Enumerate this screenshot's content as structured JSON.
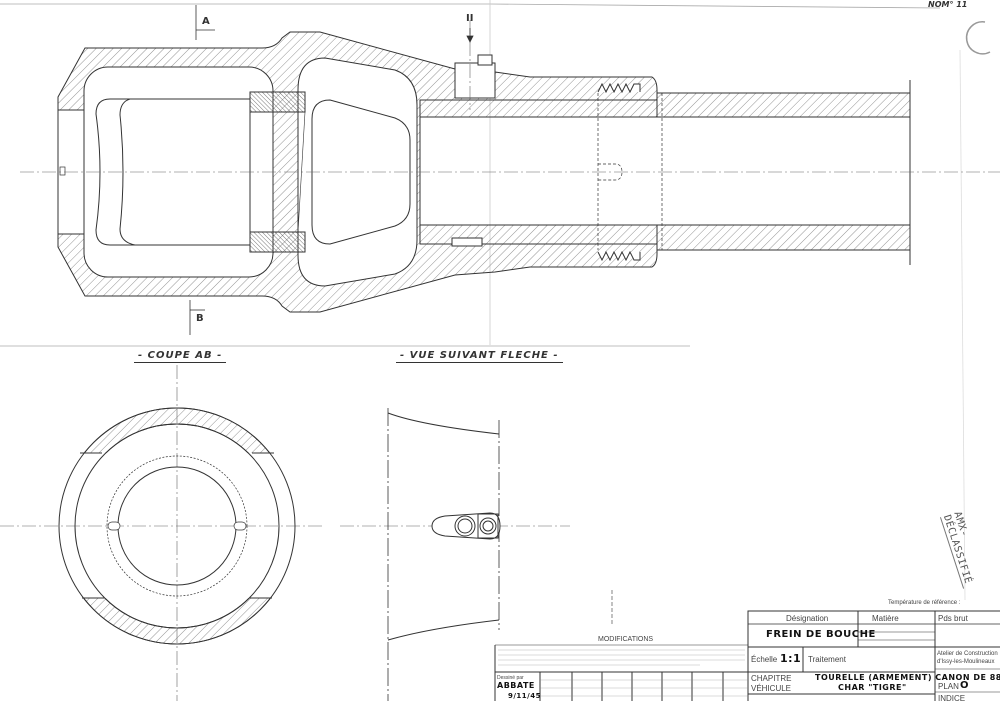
{
  "header": {
    "sheet_number": "NOM° 11"
  },
  "section_marks": {
    "a": "A",
    "b": "B",
    "arrow": "II"
  },
  "views": {
    "section_ab": "- COUPE AB -",
    "arrow_view": "- VUE SUIVANT FLECHE -"
  },
  "stamp": {
    "text": "AMX-DÉCLASSIFIÉ"
  },
  "title_block": {
    "reference_temperature": "Température de référence :",
    "modifications_title": "MODIFICATIONS",
    "drawn_by_label": "Dessiné par",
    "drawn_by": "ABBATE",
    "date": "9/11/45",
    "designation_header": "Désignation",
    "material_header": "Matière",
    "gross_weight_header": "Pds brut",
    "designation": "FREIN DE BOUCHE",
    "scale_label": "Échelle",
    "scale": "1:1",
    "treatment_label": "Traitement",
    "chapter_label": "CHAPITRE",
    "chapter": "TOURELLE (ARMEMENT) CANON DE 88",
    "vehicle_label": "VÉHICULE",
    "vehicle": "CHAR \"TIGRE\"",
    "workshop": "Atelier de Construction d'Issy-les-Moulineaux",
    "plan_label": "PLAN",
    "plan": "O",
    "index_label": "INDICE"
  },
  "colors": {
    "ink": "#333333",
    "paper": "#ffffff"
  }
}
